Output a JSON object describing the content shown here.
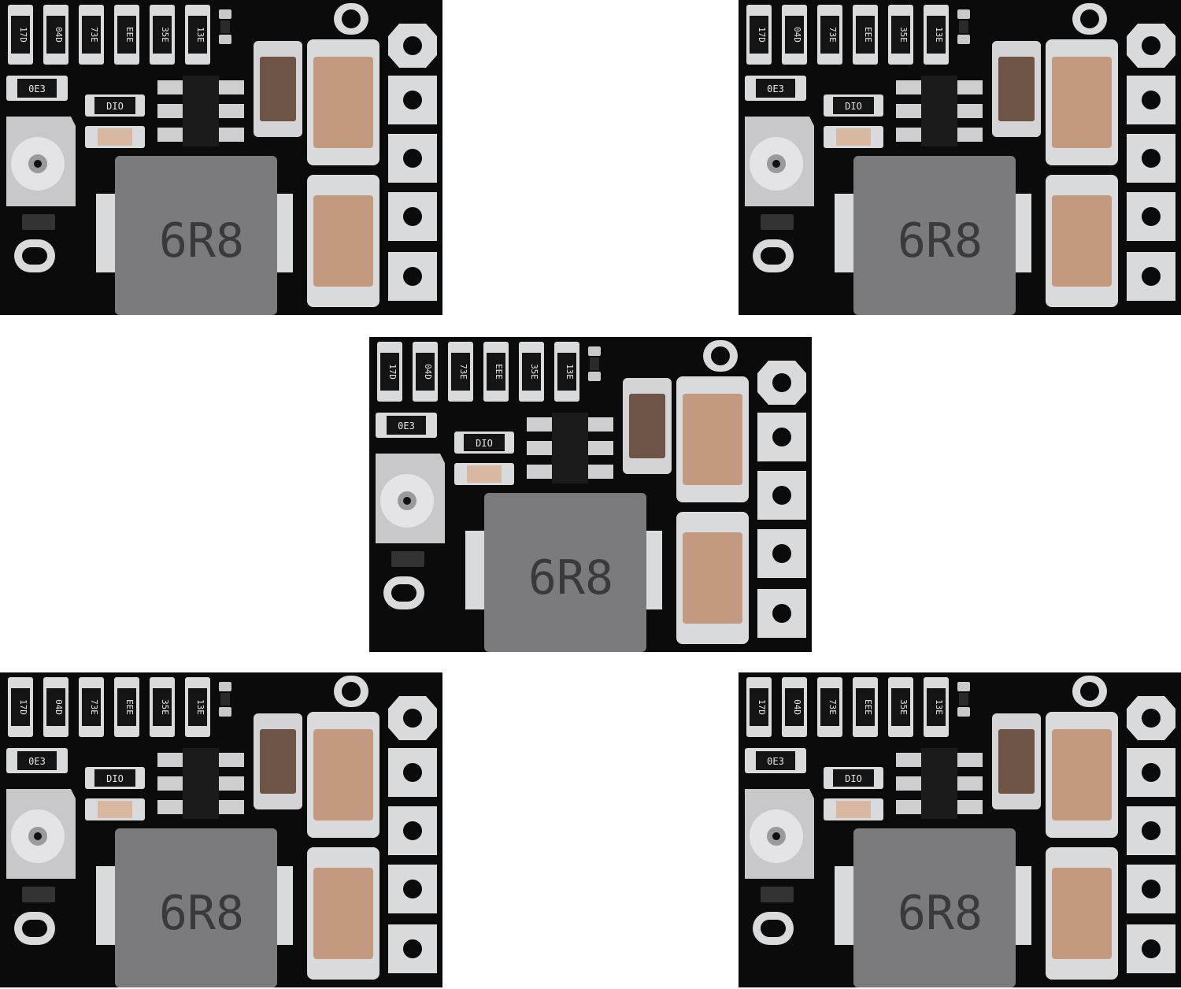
{
  "image": {
    "description_colors": {
      "background": "#ffffff",
      "pcb": "#0b0b0c",
      "pad": "#d9dadc",
      "inductor": "#7b7b7d",
      "capacitor": "#c39a80",
      "capacitor_dark": "#7a5a4a"
    }
  },
  "modules": [
    {
      "id": "top-left",
      "inductor_marking": "6R8",
      "resistor_codes": [
        "17D",
        "04D",
        "73E",
        "EEE",
        "35E",
        "13E"
      ],
      "codes_row2": [
        "0E3",
        "DIO"
      ]
    },
    {
      "id": "top-right",
      "inductor_marking": "6R8",
      "resistor_codes": [
        "17D",
        "04D",
        "73E",
        "EEE",
        "35E",
        "13E"
      ],
      "codes_row2": [
        "0E3",
        "DIO"
      ]
    },
    {
      "id": "center",
      "inductor_marking": "6R8",
      "resistor_codes": [
        "17D",
        "04D",
        "73E",
        "EEE",
        "35E",
        "13E"
      ],
      "codes_row2": [
        "0E3",
        "DIO"
      ]
    },
    {
      "id": "bottom-left",
      "inductor_marking": "6R8",
      "resistor_codes": [
        "17D",
        "04D",
        "73E",
        "EEE",
        "35E",
        "13E"
      ],
      "codes_row2": [
        "0E3",
        "DIO"
      ]
    },
    {
      "id": "bottom-right",
      "inductor_marking": "6R8",
      "resistor_codes": [
        "17D",
        "04D",
        "73E",
        "EEE",
        "35E",
        "13E"
      ],
      "codes_row2": [
        "0E3",
        "DIO"
      ]
    }
  ]
}
